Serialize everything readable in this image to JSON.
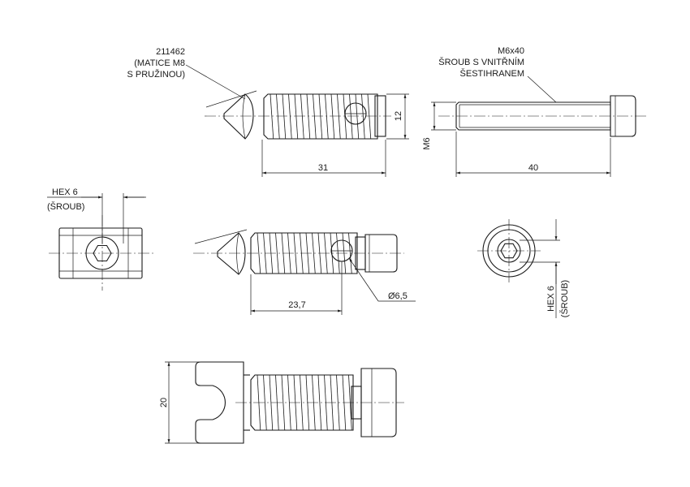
{
  "labels": {
    "part_number": "211462",
    "part_desc_1": "(MATICE M8",
    "part_desc_2": "S PRUŽINOU)",
    "screw_size": "M6x40",
    "screw_desc_1": "ŠROUB S VNITŘNÍM",
    "screw_desc_2": "ŠESTIHRANEM",
    "hex_top_1": "HEX 6",
    "hex_top_2": "(ŠROUB)",
    "hex_right_1": "HEX 6",
    "hex_right_2": "(ŠROUB)",
    "thread_m6": "M6"
  },
  "dimensions": {
    "nut_length": "31",
    "nut_diameter": "12",
    "screw_length": "40",
    "hole_offset": "23,7",
    "hole_diameter": "Ø6,5",
    "body_height": "20"
  }
}
